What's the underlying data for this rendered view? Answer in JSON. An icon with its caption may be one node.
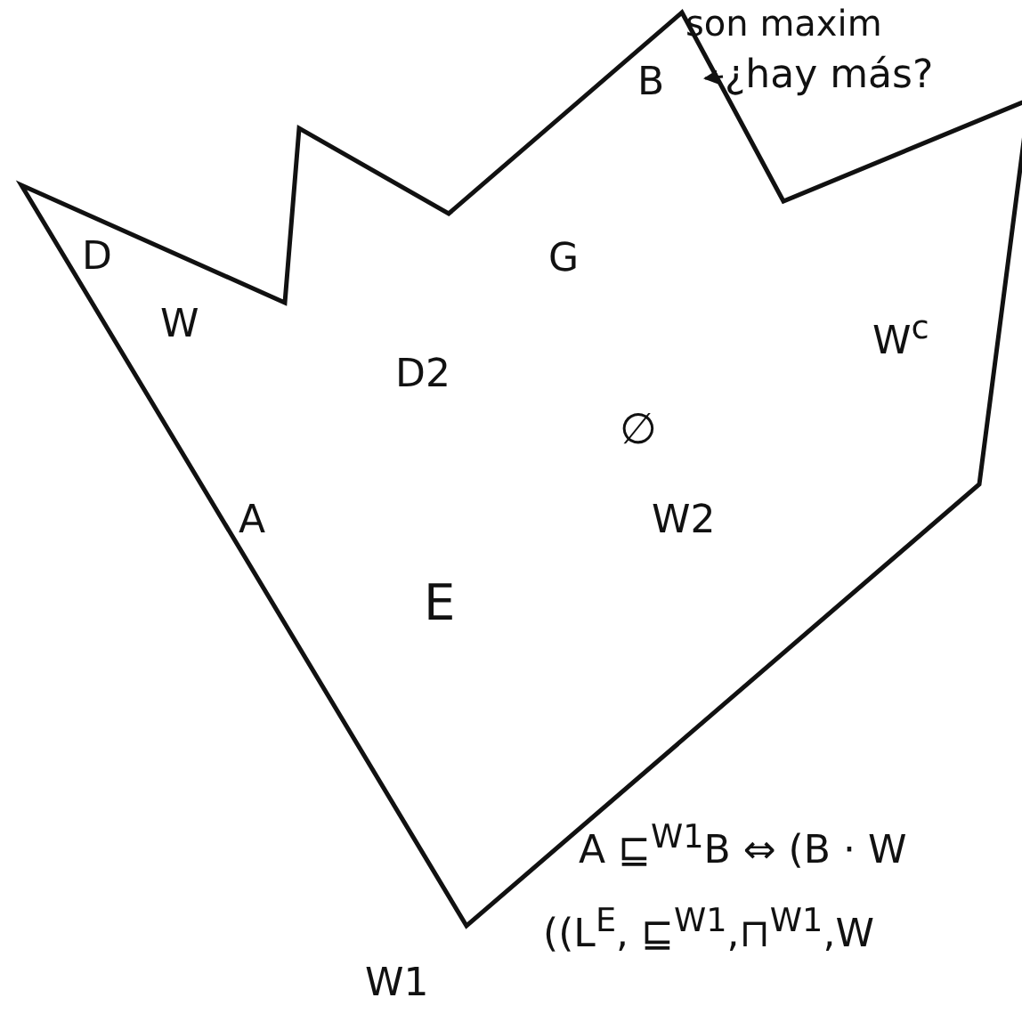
{
  "diagram": {
    "nodes": [
      {
        "text": [
          "¿hay más?"
        ]
      },
      {
        "text": [],
        "shape": "polygon"
      }
    ],
    "edges": [
      {
        "from": 0,
        "to": 1,
        "arrow": "to"
      }
    ],
    "labels": [
      "son maxim",
      "B",
      "D",
      "G",
      "W",
      "W$^{c}$",
      "D2",
      "∅",
      "A",
      "W2",
      "E",
      "A ⊑$^{W1}$B ⇔ (B · W",
      "((L$^{E}$, ⊑$^{W1}$,⊓$^{W1}$,W",
      "W1"
    ]
  }
}
